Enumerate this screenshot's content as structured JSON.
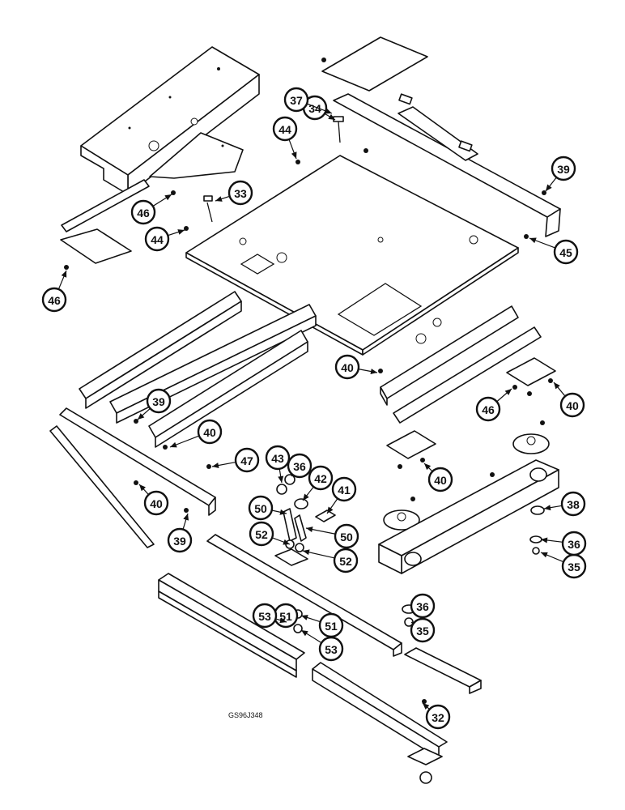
{
  "figure_code": "GS96J348",
  "callouts": [
    "32",
    "33",
    "34",
    "35",
    "35",
    "36",
    "36",
    "36",
    "37",
    "38",
    "39",
    "39",
    "39",
    "40",
    "40",
    "40",
    "40",
    "40",
    "41",
    "42",
    "43",
    "44",
    "44",
    "45",
    "46",
    "46",
    "46",
    "47",
    "50",
    "50",
    "51",
    "51",
    "52",
    "52",
    "53",
    "53"
  ]
}
